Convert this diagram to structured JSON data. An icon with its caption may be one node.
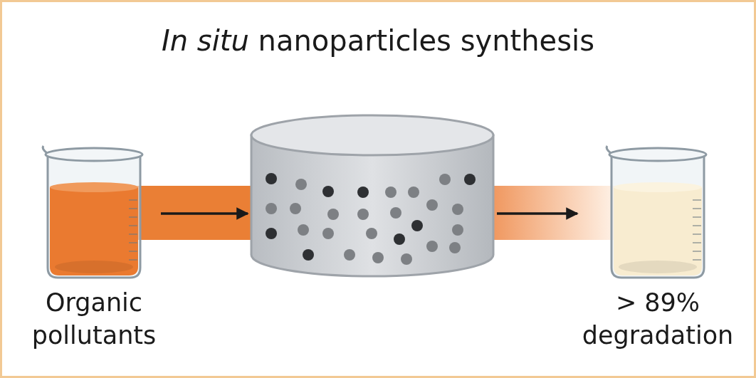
{
  "diagram": {
    "title": "*In situ* nanoparticles synthesis",
    "nodes": [
      {
        "text": [
          "Organic pollutants"
        ]
      },
      {
        "text": [],
        "shape": "cylinder"
      },
      {
        "text": [
          "> 89% degradation"
        ]
      }
    ],
    "edges": [
      {
        "from": 0,
        "to": 1,
        "arrow": "to"
      },
      {
        "from": 1,
        "to": 2,
        "arrow": "to"
      }
    ]
  }
}
